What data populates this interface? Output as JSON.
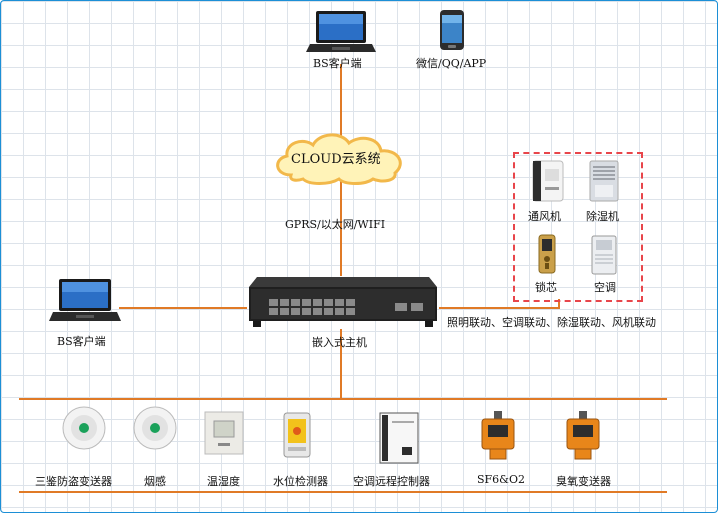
{
  "top": {
    "laptop_label": "BS客户端",
    "phone_label": "微信/QQ/APP"
  },
  "cloud": {
    "label": "CLOUD云系统"
  },
  "link": {
    "label": "GPRS/以太网/WIFI"
  },
  "host": {
    "label": "嵌入式主机"
  },
  "left_client": {
    "label": "BS客户端"
  },
  "controlled": {
    "items": [
      {
        "label": "通风机",
        "icon": "ventilator-icon"
      },
      {
        "label": "除湿机",
        "icon": "dehumidifier-icon"
      },
      {
        "label": "锁芯",
        "icon": "lock-icon"
      },
      {
        "label": "空调",
        "icon": "air-conditioner-icon"
      }
    ],
    "linkage_text": "照明联动、空调联动、除湿联动、风机联动",
    "box_color": "#e8454a"
  },
  "sensors": [
    {
      "label": "三鉴防盗变送器",
      "icon": "anti-theft-sensor-icon"
    },
    {
      "label": "烟感",
      "icon": "smoke-detector-icon"
    },
    {
      "label": "温湿度",
      "icon": "temp-humidity-sensor-icon"
    },
    {
      "label": "水位检测器",
      "icon": "water-level-detector-icon"
    },
    {
      "label": "空调远程控制器",
      "icon": "ac-remote-controller-icon"
    },
    {
      "label": "SF6&O2",
      "icon": "sf6-o2-detector-icon"
    },
    {
      "label": "臭氧变送器",
      "icon": "ozone-transmitter-icon"
    }
  ],
  "colors": {
    "line": "#e07a26",
    "grid": "#dde3ea",
    "border": "#1c8fd6"
  }
}
